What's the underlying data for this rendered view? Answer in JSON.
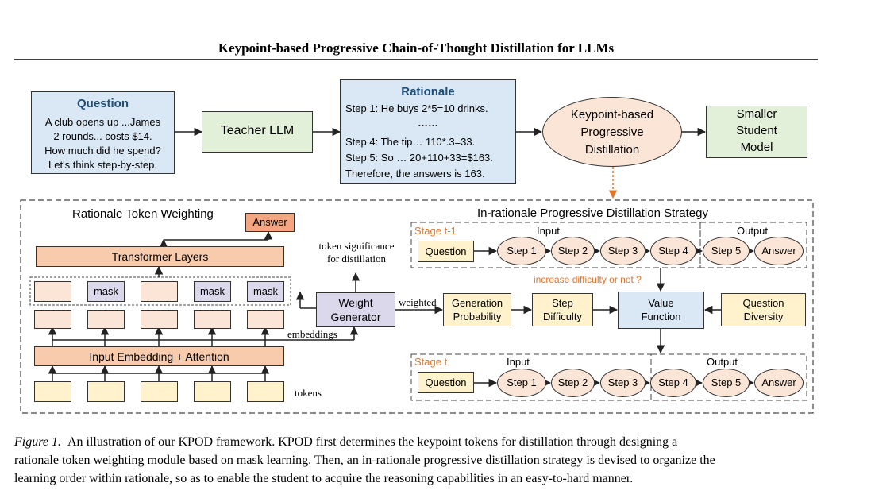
{
  "header": {
    "title": "Keypoint-based Progressive Chain-of-Thought Distillation for LLMs"
  },
  "question": {
    "heading": "Question",
    "lines": [
      "A club opens up ...James",
      "2 rounds...  costs $14.",
      "How much did he spend?",
      "Let's think step-by-step."
    ]
  },
  "teacher": {
    "label": "Teacher LLM"
  },
  "rationale": {
    "heading": "Rationale",
    "lines": [
      "Step 1: He buys 2*5=10 drinks.",
      "……",
      "Step 4: The tip… 110*.3=33.",
      "Step 5: So  … 20+110+33=$163.",
      "Therefore, the answers is 163."
    ]
  },
  "kpd": {
    "lines": [
      "Keypoint-based",
      "Progressive",
      "Distillation"
    ]
  },
  "student": {
    "lines": [
      "Smaller",
      "Student",
      "Model"
    ]
  },
  "rtw": {
    "title": "Rationale Token Weighting",
    "answer": "Answer",
    "transformer": "Transformer Layers",
    "mask_label": "mask",
    "embedding_attention": "Input Embedding + Attention",
    "embeddings_label": "embeddings",
    "tokens_label": "tokens",
    "significance_lines": [
      "token significance",
      "for distillation"
    ],
    "weight_generator_lines": [
      "Weight",
      "Generator"
    ],
    "weighted_label": "weighted"
  },
  "ipds": {
    "title": "In-rationale Progressive Distillation Strategy",
    "stage1": {
      "label": "Stage t-1",
      "input": "Input",
      "output": "Output"
    },
    "stage2": {
      "label": "Stage t",
      "input": "Input",
      "output": "Output"
    },
    "question": "Question",
    "steps": [
      "Step 1",
      "Step 2",
      "Step 3",
      "Step 4",
      "Step 5"
    ],
    "answer": "Answer",
    "increase_label": "increase difficulty or not ?",
    "generation_probability": [
      "Generation",
      "Probability"
    ],
    "step_difficulty": [
      "Step",
      "Difficulty"
    ],
    "value_function": [
      "Value",
      "Function"
    ],
    "question_diversity": [
      "Question",
      "Diversity"
    ]
  },
  "caption": {
    "label": "Figure 1.",
    "lines": [
      "An illustration of our KPOD framework.  KPOD first determines the keypoint tokens for distillation through designing a",
      "rationale token weighting module based on mask learning. Then, an in-rationale progressive distillation strategy is devised to organize the",
      "learning order within rationale, so as to enable the student to acquire the reasoning capabilities in an easy-to-hard manner."
    ]
  },
  "colors": {
    "blue_fill": "#dae8f5",
    "orange_fill": "#f8cbad",
    "green_fill": "#e2efd9",
    "yellow_fill": "#fff2cc",
    "purple_fill": "#dcd8ec",
    "answer_fill": "#f4a582",
    "stage_label": "#e0752b",
    "ellipse_fill": "#fbe5d6",
    "heading_blue": "#1f4e79"
  }
}
